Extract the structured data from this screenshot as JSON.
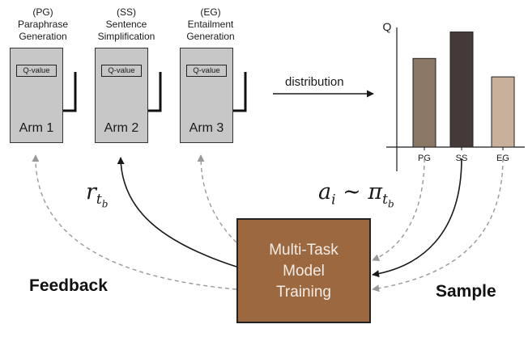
{
  "arms": [
    {
      "abbr": "(PG)",
      "line1": "Paraphrase",
      "line2": "Generation",
      "qlabel": "Q-value",
      "arm_label": "Arm 1"
    },
    {
      "abbr": "(SS)",
      "line1": "Sentence",
      "line2": "Simplification",
      "qlabel": "Q-value",
      "arm_label": "Arm 2"
    },
    {
      "abbr": "(EG)",
      "line1": "Entailment",
      "line2": "Generation",
      "qlabel": "Q-value",
      "arm_label": "Arm 3"
    }
  ],
  "distribution_label": "distribution",
  "chart_data": {
    "type": "bar",
    "ylabel": "Q",
    "categories": [
      "PG",
      "SS",
      "EG"
    ],
    "values": [
      0.77,
      1.0,
      0.61
    ],
    "colors": [
      "#8b7766",
      "#463a38",
      "#c8b09a"
    ],
    "ylim": [
      0,
      1.06
    ]
  },
  "center_box": {
    "line1": "Multi-Task",
    "line2": "Model",
    "line3": "Training",
    "color": "#9c6840"
  },
  "feedback_label": "Feedback",
  "sample_label": "Sample"
}
